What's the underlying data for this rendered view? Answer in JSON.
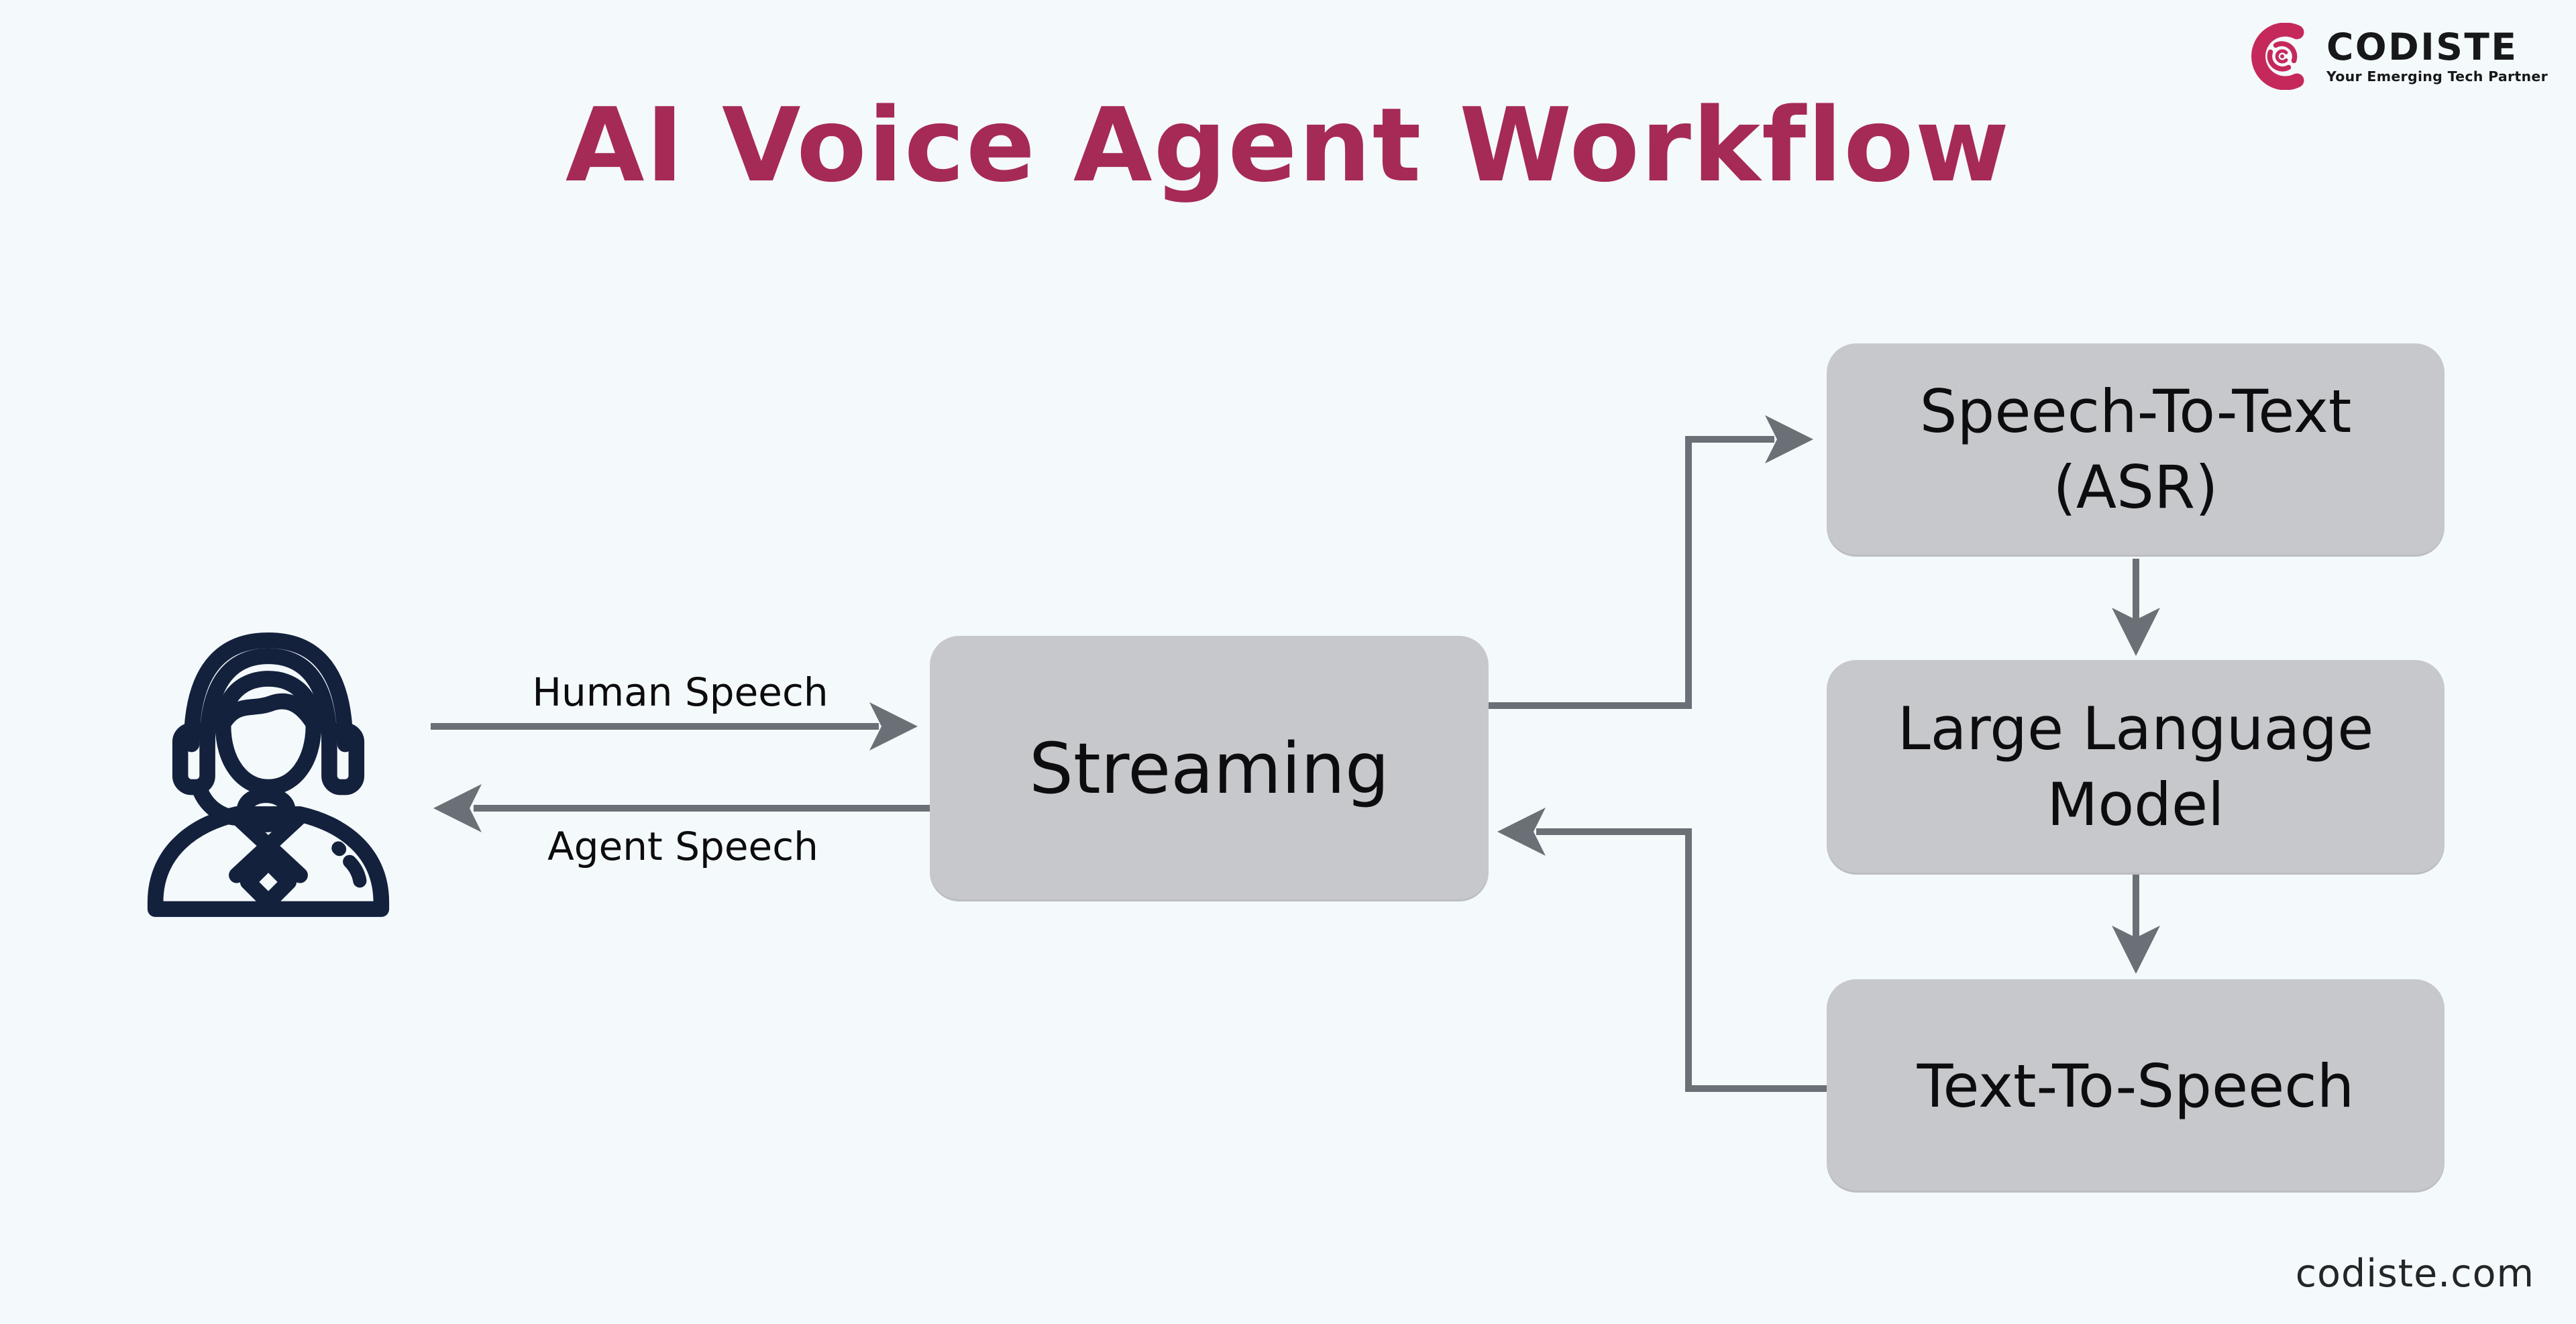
{
  "title": {
    "text": "AI Voice Agent Workflow"
  },
  "logo": {
    "name": "CODISTE",
    "tagline": "Your Emerging Tech Partner"
  },
  "diagram": {
    "nodes": {
      "streaming": {
        "label": "Streaming"
      },
      "stt": {
        "line1": "Speech-To-Text",
        "line2": "(ASR)"
      },
      "llm": {
        "line1": "Large Language",
        "line2": "Model"
      },
      "tts": {
        "label": "Text-To-Speech"
      }
    },
    "edges": {
      "human_speech": {
        "label": "Human Speech"
      },
      "agent_speech": {
        "label": "Agent Speech"
      }
    }
  },
  "footer": {
    "website": "codiste.com"
  },
  "colors": {
    "background": "#f4f9fc",
    "title": "#a62a56",
    "node_fill": "#c7c8cb",
    "node_text": "#0d0d0f",
    "arrow": "#6b7076",
    "label_text": "#0c0c0d",
    "icon_stroke": "#14213d",
    "brand_pink": "#c5295b",
    "brand_dark": "#17181a",
    "footer_text": "#232527"
  }
}
